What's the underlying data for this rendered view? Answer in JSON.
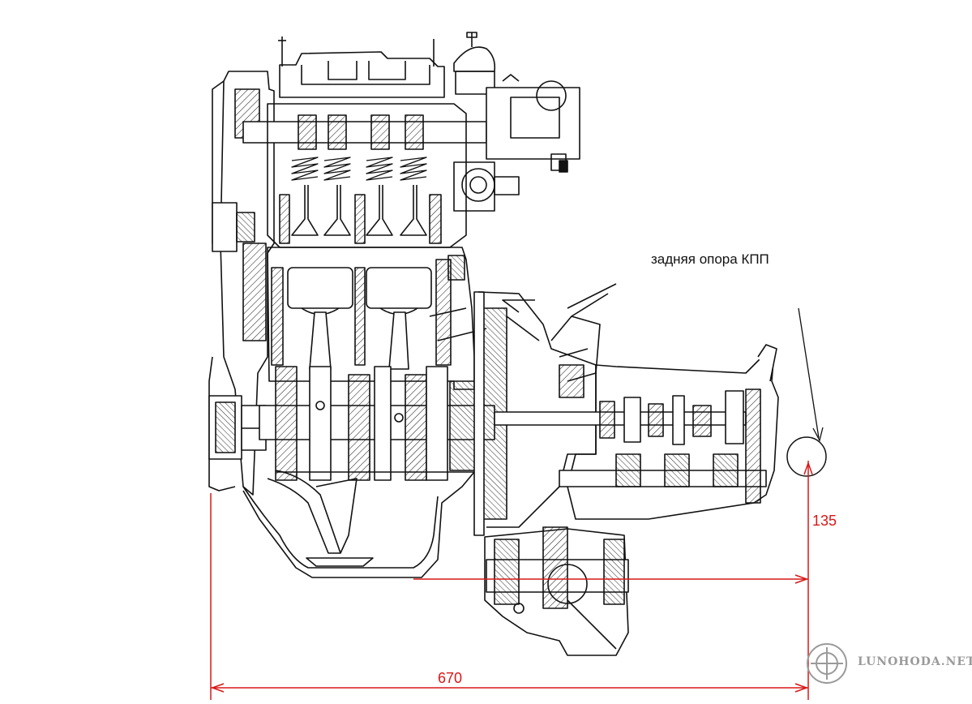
{
  "callout": {
    "text": "задняя опора КПП"
  },
  "dimensions": {
    "horizontal": "670",
    "vertical": "135",
    "color": "#d81818"
  },
  "watermark": {
    "text": "LUNOHODA.NET",
    "color": "#9a9a9a"
  },
  "colors": {
    "ink": "#111111",
    "paper": "#ffffff"
  }
}
